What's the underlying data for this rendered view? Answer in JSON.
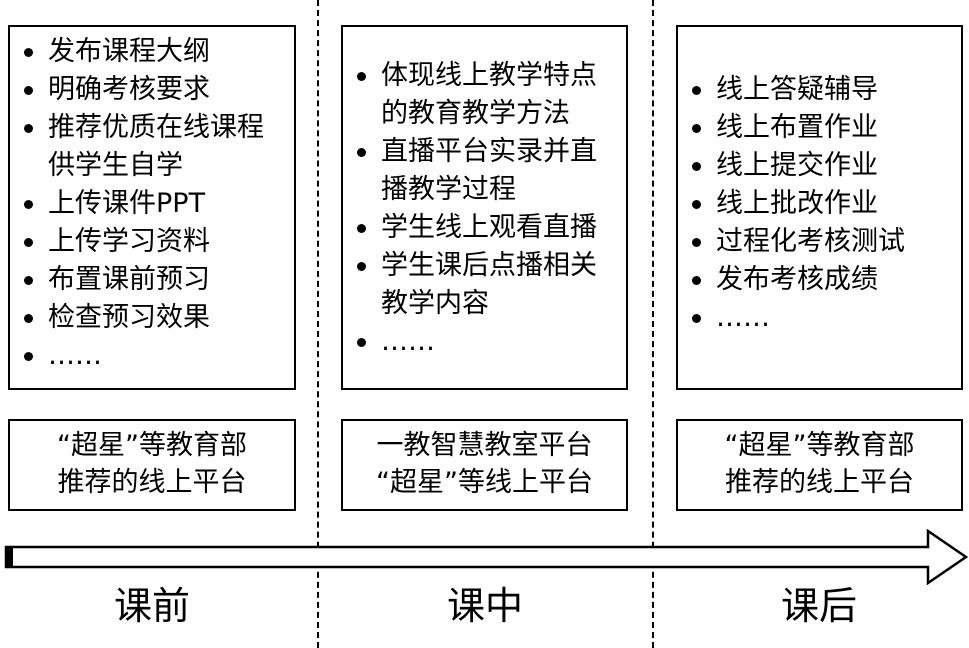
{
  "columns": [
    {
      "items": [
        "发布课程大纲",
        "明确考核要求",
        "推荐优质在线课程",
        "供学生自学",
        "上传课件PPT",
        "上传学习资料",
        "布置课前预习",
        "检查预习效果",
        "……"
      ],
      "bullets": [
        true,
        true,
        true,
        false,
        true,
        true,
        true,
        true,
        true
      ],
      "platform": [
        "“超星”等教育部",
        "推荐的线上平台"
      ],
      "stage": "课前"
    },
    {
      "items": [
        "体现线上教学特点",
        "的教育教学方法",
        "直播平台实录并直",
        "播教学过程",
        "学生线上观看直播",
        "学生课后点播相关",
        "教学内容",
        "……"
      ],
      "bullets": [
        true,
        false,
        true,
        false,
        true,
        true,
        false,
        true
      ],
      "platform": [
        "一教智慧教室平台",
        "“超星”等线上平台"
      ],
      "stage": "课中"
    },
    {
      "items": [
        "线上答疑辅导",
        "线上布置作业",
        "线上提交作业",
        "线上批改作业",
        "过程化考核测试",
        "发布考核成绩",
        "……"
      ],
      "bullets": [
        true,
        true,
        true,
        true,
        true,
        true,
        true
      ],
      "platform": [
        "“超星”等教育部",
        "推荐的线上平台"
      ],
      "stage": "课后"
    }
  ]
}
